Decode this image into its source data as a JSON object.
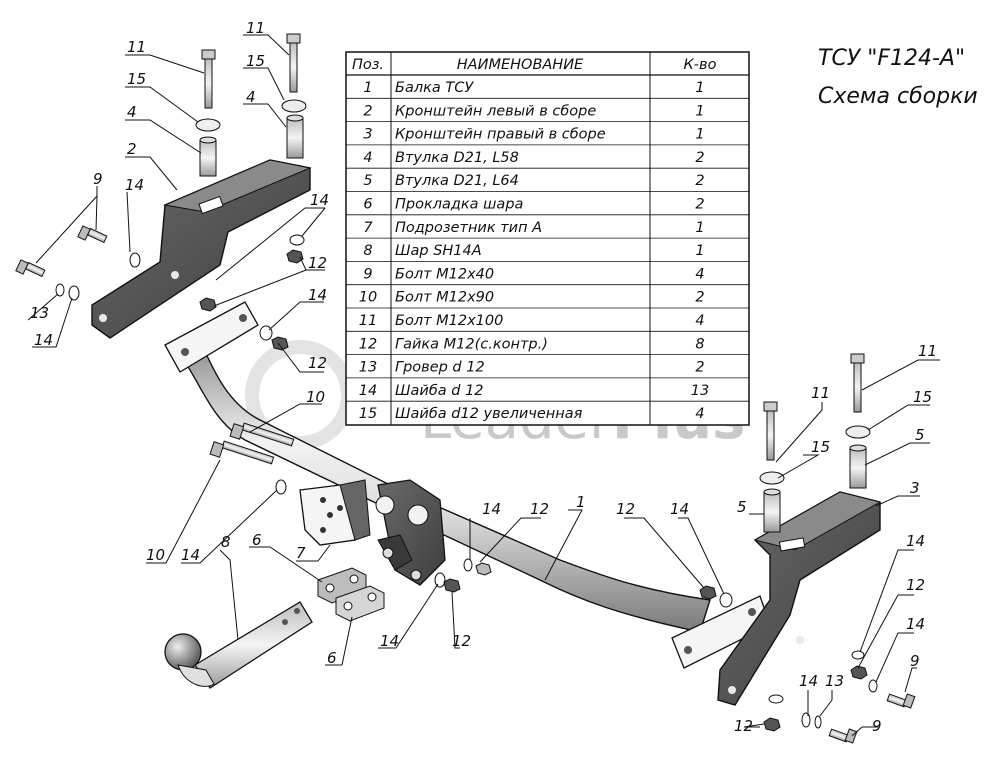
{
  "title": {
    "line1": "ТСУ \"F124-A\"",
    "line2": "Схема сборки"
  },
  "watermark": {
    "part1": "Leader",
    "part2": "Plus"
  },
  "table": {
    "headers": {
      "pos": "Поз.",
      "name": "НАИМЕНОВАНИЕ",
      "qty": "К-во"
    },
    "rows": [
      {
        "pos": "1",
        "name": "Балка ТСУ",
        "qty": "1"
      },
      {
        "pos": "2",
        "name": "Кронштейн левый в сборе",
        "qty": "1"
      },
      {
        "pos": "3",
        "name": "Кронштейн правый в сборе",
        "qty": "1"
      },
      {
        "pos": "4",
        "name": "Втулка D21, L58",
        "qty": "2"
      },
      {
        "pos": "5",
        "name": "Втулка D21, L64",
        "qty": "2"
      },
      {
        "pos": "6",
        "name": "Прокладка шара",
        "qty": "2"
      },
      {
        "pos": "7",
        "name": "Подрозетник тип А",
        "qty": "1"
      },
      {
        "pos": "8",
        "name": "Шар SH14A",
        "qty": "1"
      },
      {
        "pos": "9",
        "name": "Болт М12х40",
        "qty": "4"
      },
      {
        "pos": "10",
        "name": "Болт М12х90",
        "qty": "2"
      },
      {
        "pos": "11",
        "name": "Болт М12х100",
        "qty": "4"
      },
      {
        "pos": "12",
        "name": "Гайка М12(с.контр.)",
        "qty": "8"
      },
      {
        "pos": "13",
        "name": "Гровер d 12",
        "qty": "2"
      },
      {
        "pos": "14",
        "name": "Шайба d 12",
        "qty": "13"
      },
      {
        "pos": "15",
        "name": "Шайба d12 увеличенная",
        "qty": "4"
      }
    ]
  },
  "callouts": [
    "1",
    "2",
    "3",
    "4",
    "5",
    "6",
    "7",
    "8",
    "9",
    "10",
    "11",
    "12",
    "13",
    "14",
    "15"
  ],
  "colors": {
    "ink": "#111111",
    "metal_dark": "#555555",
    "metal_light": "#e6e6e6",
    "watermark": "#c9c9c9"
  }
}
